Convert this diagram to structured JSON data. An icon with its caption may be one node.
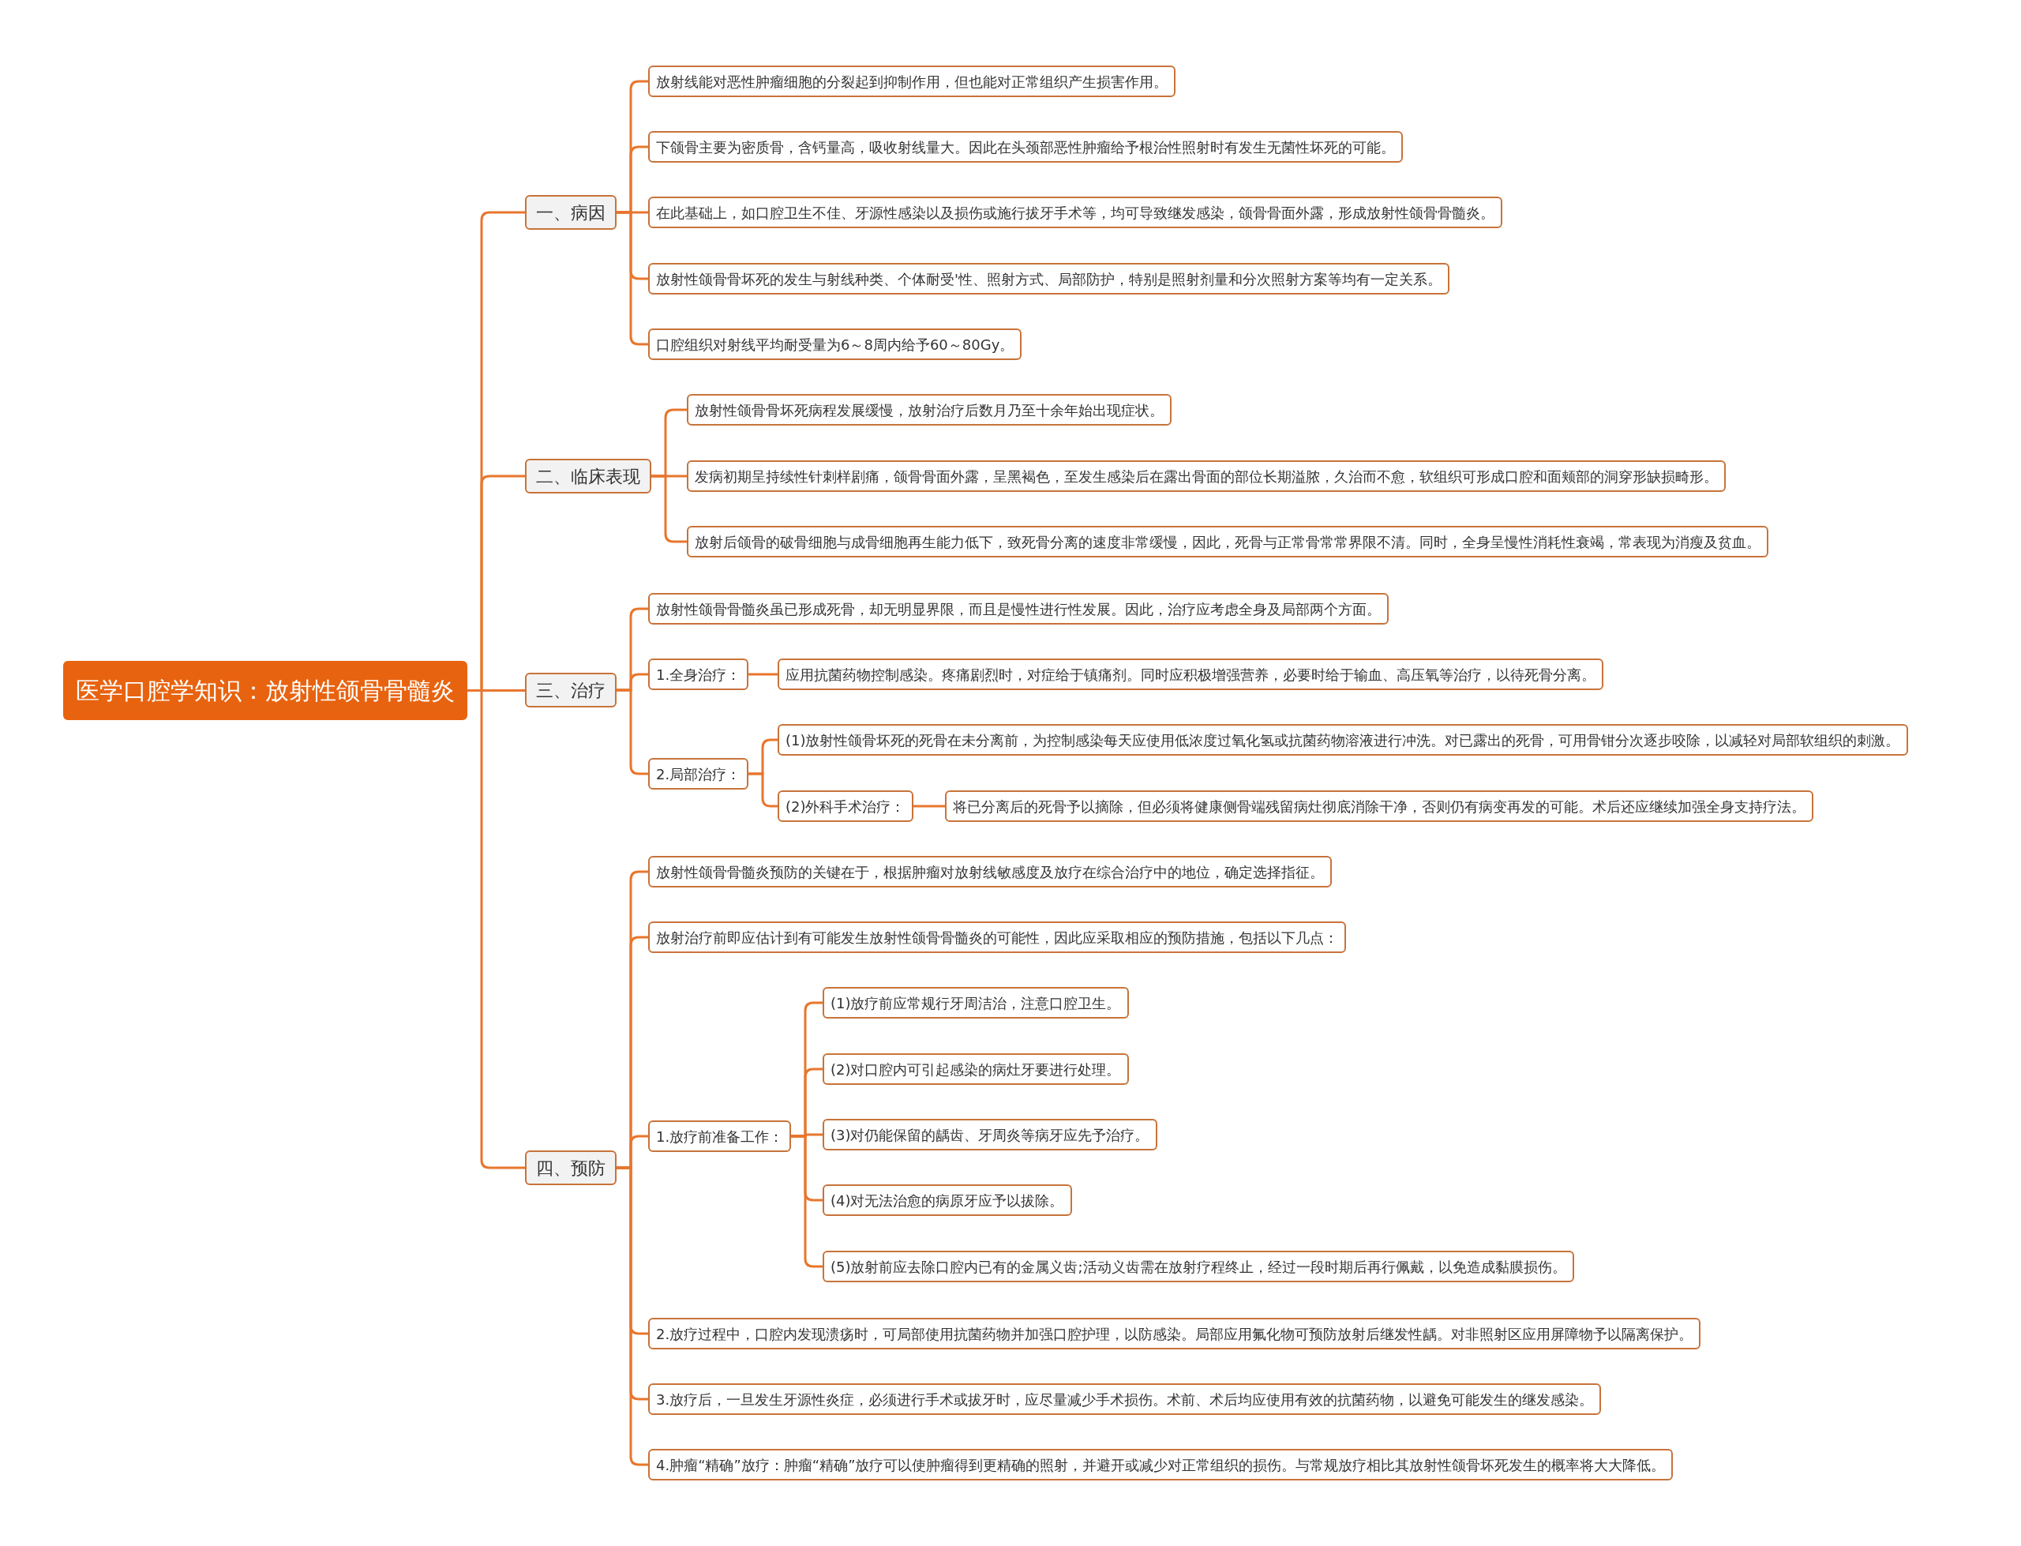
{
  "diagram": {
    "nodes": [
      {
        "text": [
          "医学口腔学知识：放射性颌骨骨髓炎"
        ]
      },
      {
        "text": [
          "一、病因"
        ]
      },
      {
        "text": [
          "放射线能对恶性肿瘤细胞的分裂起到抑制作用，但也能对正常组织产生损害作用。"
        ]
      },
      {
        "text": [
          "下颌骨主要为密质骨，含钙量高，吸收射线量大。因此在头颈部恶性肿瘤给予根治性照射时有发生无菌性坏死的可能。"
        ]
      },
      {
        "text": [
          "在此基础上，如口腔卫生不佳、牙源性感染以及损伤或施行拔牙手术等，均可导致继发感染，颌骨骨面外露，形成放射性颌骨骨髓炎。"
        ]
      },
      {
        "text": [
          "放射性颌骨骨坏死的发生与射线种类、个体耐受'性、照射方式、局部防护，特别是照射剂量和分次照射方案等均有一定关系。"
        ]
      },
      {
        "text": [
          "口腔组织对射线平均耐受量为6～8周内给予60～80Gy。"
        ]
      },
      {
        "text": [
          "二、临床表现"
        ]
      },
      {
        "text": [
          "放射性颌骨骨坏死病程发展缓慢，放射治疗后数月乃至十余年始出现症状。"
        ]
      },
      {
        "text": [
          "发病初期呈持续性针刺样剧痛，颌骨骨面外露，呈黑褐色，至发生感染后在露出骨面的部位长期溢脓，久治而不愈，软组织可形成口腔和面颊部的洞穿形缺损畸形。"
        ]
      },
      {
        "text": [
          "放射后颌骨的破骨细胞与成骨细胞再生能力低下，致死骨分离的速度非常缓慢，因此，死骨与正常骨常常界限不清。同时，全身呈慢性消耗性衰竭，常表现为消瘦及贫血。"
        ]
      },
      {
        "text": [
          "三、治疗"
        ]
      },
      {
        "text": [
          "放射性颌骨骨髓炎虽已形成死骨，却无明显界限，而且是慢性进行性发展。因此，治疗应考虑全身及局部两个方面。"
        ]
      },
      {
        "text": [
          "1.全身治疗："
        ]
      },
      {
        "text": [
          "应用抗菌药物控制感染。疼痛剧烈时，对症给于镇痛剂。同时应积极增强营养，必要时给于输血、高压氧等治疗，以待死骨分离。"
        ]
      },
      {
        "text": [
          "2.局部治疗："
        ]
      },
      {
        "text": [
          "(1)放射性颌骨坏死的死骨在未分离前，为控制感染每天应使用低浓度过氧化氢或抗菌药物溶液进行冲洗。对已露出的死骨，可用骨钳分次逐步咬除，以减轻对局部软组织的刺激。"
        ]
      },
      {
        "text": [
          "(2)外科手术治疗："
        ]
      },
      {
        "text": [
          "将已分离后的死骨予以摘除，但必须将健康侧骨端残留病灶彻底消除干净，否则仍有病变再发的可能。术后还应继续加强全身支持疗法。"
        ]
      },
      {
        "text": [
          "四、预防"
        ]
      },
      {
        "text": [
          "放射性颌骨骨髓炎预防的关键在于，根据肿瘤对放射线敏感度及放疗在综合治疗中的地位，确定选择指征。"
        ]
      },
      {
        "text": [
          "放射治疗前即应估计到有可能发生放射性颌骨骨髓炎的可能性，因此应采取相应的预防措施，包括以下几点："
        ]
      },
      {
        "text": [
          "1.放疗前准备工作："
        ]
      },
      {
        "text": [
          "(1)放疗前应常规行牙周洁治，注意口腔卫生。"
        ]
      },
      {
        "text": [
          "(2)对口腔内可引起感染的病灶牙要进行处理。"
        ]
      },
      {
        "text": [
          "(3)对仍能保留的龋齿、牙周炎等病牙应先予治疗。"
        ]
      },
      {
        "text": [
          "(4)对无法治愈的病原牙应予以拔除。"
        ]
      },
      {
        "text": [
          "(5)放射前应去除口腔内已有的金属义齿;活动义齿需在放射疗程终止，经过一段时期后再行佩戴，以免造成黏膜损伤。"
        ]
      },
      {
        "text": [
          "2.放疗过程中，口腔内发现溃疡时，可局部使用抗菌药物并加强口腔护理，以防感染。局部应用氟化物可预防放射后继发性龋。对非照射区应用屏障物予以隔离保护。"
        ]
      },
      {
        "text": [
          "3.放疗后，一旦发生牙源性炎症，必须进行手术或拔牙时，应尽量减少手术损伤。术前、术后均应使用有效的抗菌药物，以避免可能发生的继发感染。"
        ]
      },
      {
        "text": [
          "4.肿瘤“精确”放疗：肿瘤“精确”放疗可以使肿瘤得到更精确的照射，并避开或减少对正常组织的损伤。与常规放疗相比其放射性颌骨坏死发生的概率将大大降低。"
        ]
      }
    ],
    "edges": [
      {
        "from": 0,
        "to": 1,
        "arrow": "none"
      },
      {
        "from": 0,
        "to": 7,
        "arrow": "none"
      },
      {
        "from": 0,
        "to": 11,
        "arrow": "none"
      },
      {
        "from": 0,
        "to": 19,
        "arrow": "none"
      },
      {
        "from": 1,
        "to": 2,
        "arrow": "none"
      },
      {
        "from": 1,
        "to": 3,
        "arrow": "none"
      },
      {
        "from": 1,
        "to": 4,
        "arrow": "none"
      },
      {
        "from": 1,
        "to": 5,
        "arrow": "none"
      },
      {
        "from": 1,
        "to": 6,
        "arrow": "none"
      },
      {
        "from": 7,
        "to": 8,
        "arrow": "none"
      },
      {
        "from": 7,
        "to": 9,
        "arrow": "none"
      },
      {
        "from": 7,
        "to": 10,
        "arrow": "none"
      },
      {
        "from": 11,
        "to": 12,
        "arrow": "none"
      },
      {
        "from": 11,
        "to": 13,
        "arrow": "none"
      },
      {
        "from": 11,
        "to": 15,
        "arrow": "none"
      },
      {
        "from": 13,
        "to": 14,
        "arrow": "none"
      },
      {
        "from": 15,
        "to": 16,
        "arrow": "none"
      },
      {
        "from": 15,
        "to": 17,
        "arrow": "none"
      },
      {
        "from": 17,
        "to": 18,
        "arrow": "none"
      },
      {
        "from": 19,
        "to": 20,
        "arrow": "none"
      },
      {
        "from": 19,
        "to": 21,
        "arrow": "none"
      },
      {
        "from": 19,
        "to": 22,
        "arrow": "none"
      },
      {
        "from": 19,
        "to": 28,
        "arrow": "none"
      },
      {
        "from": 19,
        "to": 29,
        "arrow": "none"
      },
      {
        "from": 19,
        "to": 30,
        "arrow": "none"
      },
      {
        "from": 22,
        "to": 23,
        "arrow": "none"
      },
      {
        "from": 22,
        "to": 24,
        "arrow": "none"
      },
      {
        "from": 22,
        "to": 25,
        "arrow": "none"
      },
      {
        "from": 22,
        "to": 26,
        "arrow": "none"
      },
      {
        "from": 22,
        "to": 27,
        "arrow": "none"
      }
    ]
  }
}
